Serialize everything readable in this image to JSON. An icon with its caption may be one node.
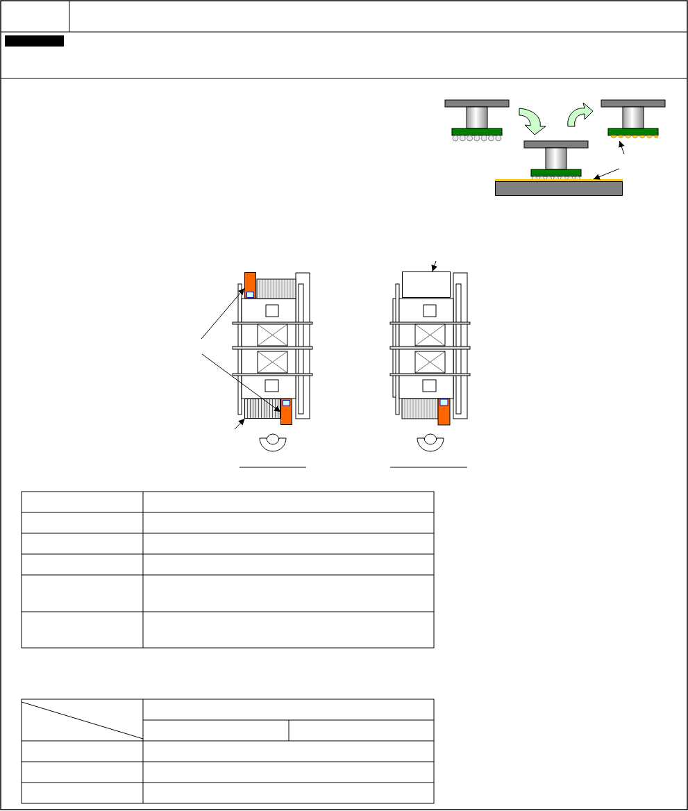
{
  "diagram": {
    "nodes": [
      {
        "text": [],
        "shape": "box"
      },
      {
        "text": [],
        "shape": "box"
      },
      {
        "text": [],
        "shape": "bar"
      },
      {
        "text": [],
        "shape": "box"
      },
      {
        "text": [],
        "shape": "bar"
      },
      {
        "text": [],
        "shape": "circle"
      },
      {
        "text": [],
        "shape": "box"
      },
      {
        "text": [],
        "shape": "box"
      }
    ],
    "edges": [
      {
        "from": null,
        "to": 0,
        "arrow": "to"
      },
      {
        "from": null,
        "to": 1,
        "arrow": "to"
      },
      {
        "from": null,
        "to": 2,
        "arrow": "to"
      },
      {
        "from": null,
        "to": 3,
        "arrow": "to"
      },
      {
        "from": null,
        "to": 5,
        "arrow": "to"
      },
      {
        "from": null,
        "to": 4,
        "arrow": "to"
      }
    ]
  }
}
